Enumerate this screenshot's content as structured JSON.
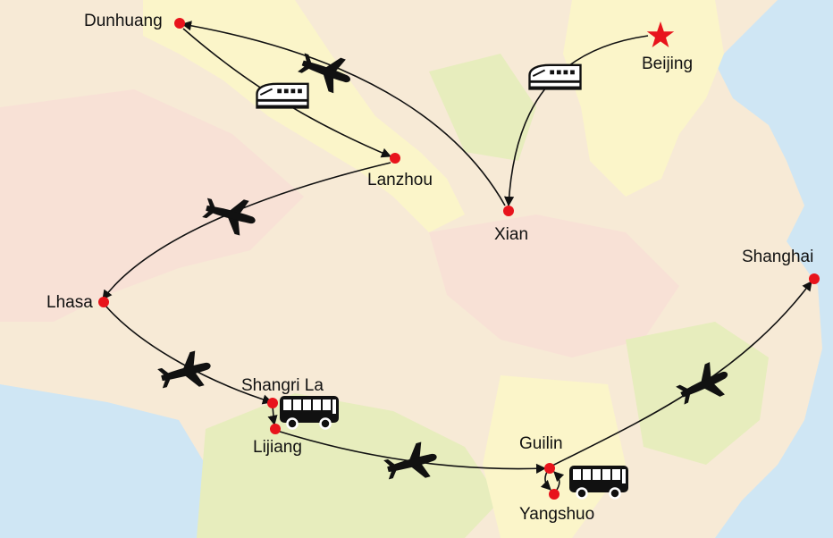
{
  "cities": [
    {
      "id": "beijing",
      "label": "Beijing",
      "marker": "star"
    },
    {
      "id": "xian",
      "label": "Xian",
      "marker": "dot"
    },
    {
      "id": "dunhuang",
      "label": "Dunhuang",
      "marker": "dot"
    },
    {
      "id": "lanzhou",
      "label": "Lanzhou",
      "marker": "dot"
    },
    {
      "id": "lhasa",
      "label": "Lhasa",
      "marker": "dot"
    },
    {
      "id": "shangri-la",
      "label": "Shangri La",
      "marker": "dot"
    },
    {
      "id": "lijiang",
      "label": "Lijiang",
      "marker": "dot"
    },
    {
      "id": "guilin",
      "label": "Guilin",
      "marker": "dot"
    },
    {
      "id": "yangshuo",
      "label": "Yangshuo",
      "marker": "dot"
    },
    {
      "id": "shanghai",
      "label": "Shanghai",
      "marker": "dot"
    }
  ],
  "legs": [
    {
      "from": "Beijing",
      "to": "Xian",
      "mode": "train-icon"
    },
    {
      "from": "Xian",
      "to": "Dunhuang",
      "mode": "plane-icon"
    },
    {
      "from": "Dunhuang",
      "to": "Lanzhou",
      "mode": "train-icon"
    },
    {
      "from": "Lanzhou",
      "to": "Lhasa",
      "mode": "plane-icon"
    },
    {
      "from": "Lhasa",
      "to": "Shangri La",
      "mode": "plane-icon"
    },
    {
      "from": "Shangri La",
      "to": "Lijiang",
      "mode": "bus-icon"
    },
    {
      "from": "Lijiang",
      "to": "Guilin",
      "mode": "plane-icon"
    },
    {
      "from": "Guilin",
      "to": "Yangshuo",
      "mode": "bus-icon"
    },
    {
      "from": "Yangshuo",
      "to": "Guilin",
      "mode": "bus-icon"
    },
    {
      "from": "Guilin",
      "to": "Shanghai",
      "mode": "plane-icon"
    }
  ],
  "colors": {
    "route_line": "#111111",
    "city_dot": "#e8141c",
    "start_star": "#e8141c",
    "sea": "#cfe6f4",
    "land_yellow": "#fbf5c9",
    "land_cream": "#f7ead6",
    "land_pink": "#f8e1d6",
    "land_green": "#e7edbd"
  }
}
